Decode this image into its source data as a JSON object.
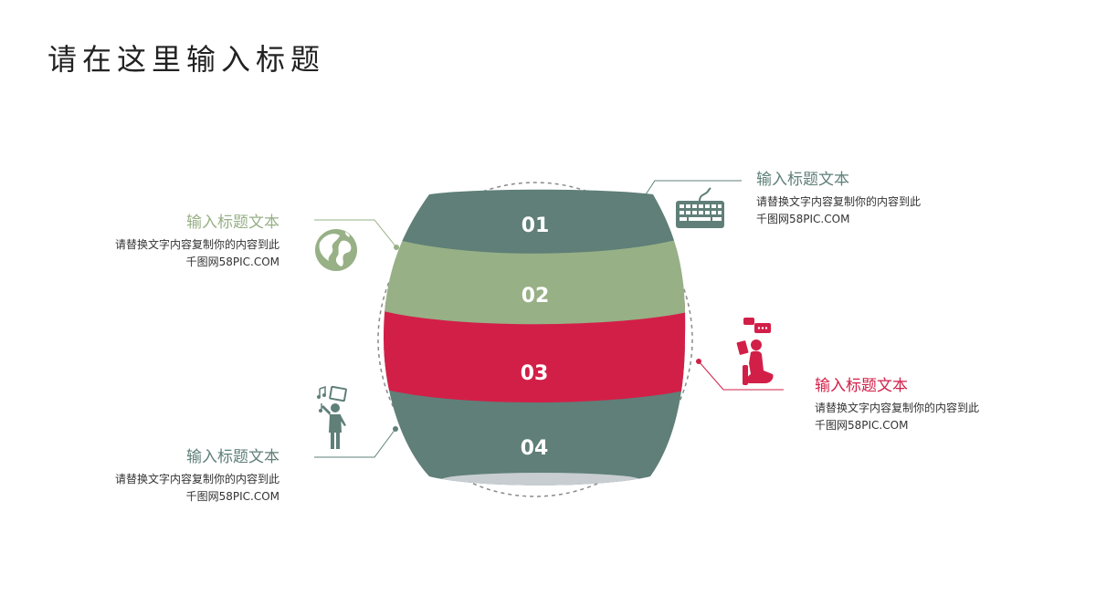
{
  "title": "请在这里输入标题",
  "colors": {
    "teal": "#5f7f78",
    "green": "#97b086",
    "red": "#d21f48",
    "dashed": "#8a8a8a"
  },
  "bands": [
    {
      "number": "01",
      "color": "#5f7f78"
    },
    {
      "number": "02",
      "color": "#97b086"
    },
    {
      "number": "03",
      "color": "#d21f48"
    },
    {
      "number": "04",
      "color": "#5f7f78"
    }
  ],
  "items": [
    {
      "heading": "输入标题文本",
      "desc1": "请替换文字内容复制你的内容到此",
      "desc2": "千图网58PIC.COM",
      "icon": "keyboard-icon"
    },
    {
      "heading": "输入标题文本",
      "desc1": "请替换文字内容复制你的内容到此",
      "desc2": "千图网58PIC.COM",
      "icon": "globe-icon"
    },
    {
      "heading": "输入标题文本",
      "desc1": "请替换文字内容复制你的内容到此",
      "desc2": "千图网58PIC.COM",
      "icon": "person-reading-icon"
    },
    {
      "heading": "输入标题文本",
      "desc1": "请替换文字内容复制你的内容到此",
      "desc2": "千图网58PIC.COM",
      "icon": "person-music-icon"
    }
  ]
}
